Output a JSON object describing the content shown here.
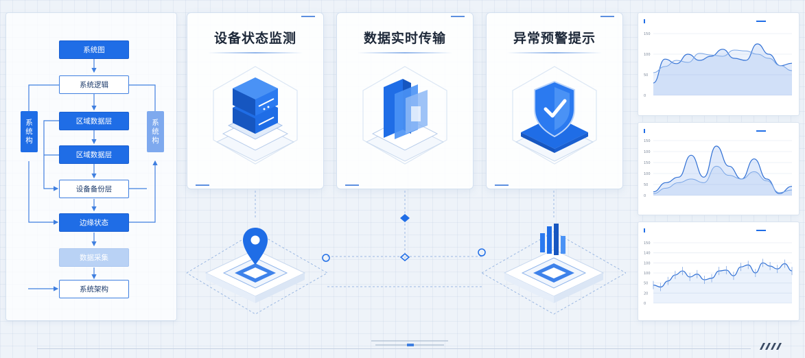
{
  "flow": {
    "nodes": [
      "系统图",
      "系统逻辑",
      "区域数据层",
      "区域数据层",
      "设备备份层",
      "边缘状态",
      "数据采集",
      "系统架构"
    ],
    "side_left": "系统构",
    "side_right": "系统构"
  },
  "cards": [
    {
      "title": "设备状态监测"
    },
    {
      "title": "数据实时传输"
    },
    {
      "title": "异常预警提示"
    }
  ],
  "colors": {
    "accent": "#1f6de6",
    "accent_light": "#7ea9ee",
    "line": "#3f7fe0"
  },
  "chart_data": [
    {
      "type": "area",
      "title": "",
      "y_ticks": [
        "150",
        "100",
        "50",
        "0"
      ],
      "x_ticks": [
        "",
        "",
        "",
        "",
        ""
      ],
      "ylim": [
        0,
        150
      ],
      "series": [
        {
          "values": [
            30,
            88,
            77,
            100,
            85,
            95,
            112,
            90,
            85,
            125,
            100,
            72,
            78
          ]
        },
        {
          "values": [
            55,
            70,
            85,
            80,
            102,
            98,
            95,
            110,
            108,
            100,
            90,
            72,
            60
          ]
        }
      ]
    },
    {
      "type": "area",
      "title": "",
      "y_ticks": [
        "150",
        "100",
        "150",
        "100",
        "50",
        "0"
      ],
      "x_ticks": [
        "",
        "",
        "",
        "",
        "",
        "",
        ""
      ],
      "ylim": [
        0,
        150
      ],
      "series": [
        {
          "values": [
            10,
            35,
            50,
            110,
            50,
            135,
            80,
            45,
            100,
            45,
            5,
            25
          ]
        },
        {
          "values": [
            5,
            20,
            35,
            45,
            35,
            80,
            55,
            45,
            65,
            40,
            8,
            15
          ]
        }
      ]
    },
    {
      "type": "line",
      "title": "",
      "y_ticks": [
        "150",
        "140",
        "100",
        "100",
        "50",
        "20",
        "0"
      ],
      "x_ticks": [
        "",
        "",
        "",
        "",
        "",
        "",
        "",
        ""
      ],
      "ylim": [
        0,
        150
      ],
      "series": [
        {
          "values": [
            45,
            40,
            55,
            70,
            80,
            65,
            72,
            58,
            62,
            80,
            82,
            68,
            90,
            95,
            75,
            100,
            92,
            85,
            98,
            80
          ]
        }
      ]
    }
  ]
}
